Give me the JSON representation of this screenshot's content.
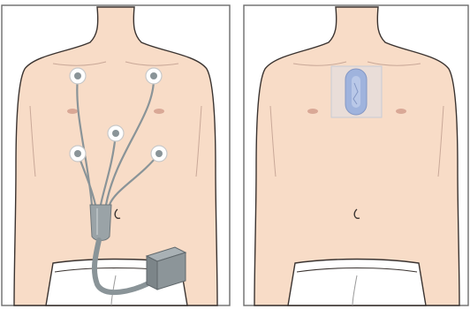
{
  "figure": {
    "panels": [
      {
        "id": "holter",
        "device": "holter-monitor",
        "electrodes": 5
      },
      {
        "id": "patch",
        "device": "ecg-patch",
        "electrodes": 0
      }
    ],
    "colors": {
      "skin": "#f8dcc7",
      "outline": "#3a3330",
      "briefs": "#ffffff",
      "electrode": "#d8d8d8",
      "lead_wire": "#8a9498",
      "device_box": "#8c9599",
      "patch_body": "#9fb3dd",
      "patch_frame": "#dcdfe6",
      "nipple": "#d9a896"
    }
  }
}
